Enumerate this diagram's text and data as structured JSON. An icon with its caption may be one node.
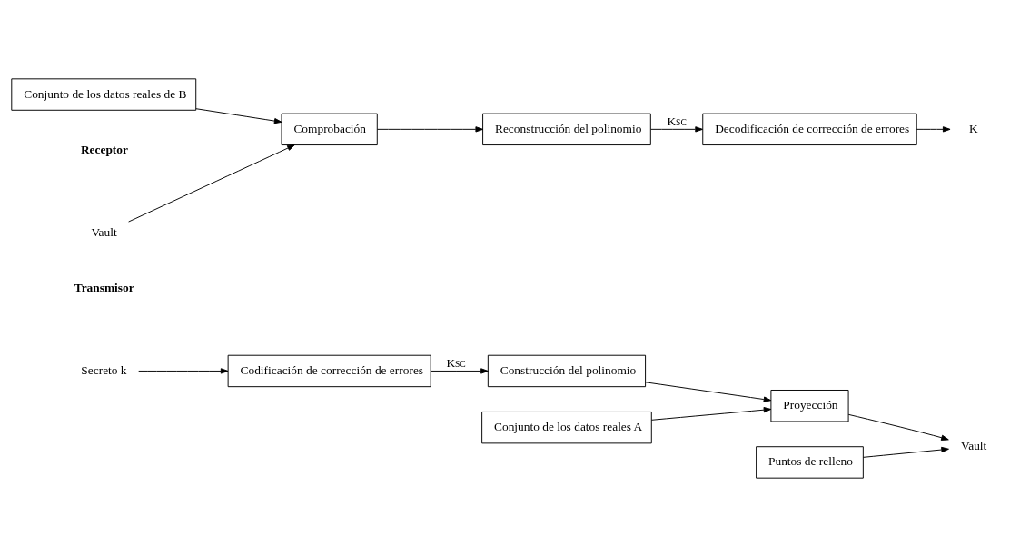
{
  "diagram": {
    "nodes": [
      {
        "text": [
          "Secreto k"
        ]
      },
      {
        "text": [
          "Codificación de corrección de errores"
        ]
      },
      {
        "text": [
          "Construcción del polinomio"
        ]
      },
      {
        "text": [
          "Puntos de relleno"
        ]
      },
      {
        "text": [
          "Conjunto de los datos reales A"
        ]
      },
      {
        "text": [
          "Proyección"
        ]
      },
      {
        "text": [
          "Vault"
        ]
      },
      {
        "text": [
          "Vault"
        ]
      },
      {
        "text": [
          "Comprobación"
        ]
      },
      {
        "text": [
          "Reconstrucción del polinomio"
        ]
      },
      {
        "text": [
          "Decodificación de corrección de errores"
        ]
      },
      {
        "text": [
          "K"
        ]
      },
      {
        "text": [
          "Conjunto de los datos reales de B"
        ]
      }
    ],
    "edges": [
      {
        "from": 0,
        "to": 1,
        "arrow": "to"
      },
      {
        "from": 1,
        "to": 2,
        "arrow": "to",
        "label": "K$_{SC}$"
      },
      {
        "from": 2,
        "to": 5,
        "arrow": "to"
      },
      {
        "from": 4,
        "to": 5,
        "arrow": "to"
      },
      {
        "from": 5,
        "to": 6,
        "arrow": "to"
      },
      {
        "from": 3,
        "to": 6,
        "arrow": "to"
      },
      {
        "from": 7,
        "to": 8,
        "arrow": "to"
      },
      {
        "from": 8,
        "to": 9,
        "arrow": "to"
      },
      {
        "from": 9,
        "to": 10,
        "arrow": "to",
        "label": "K$_{SC}$"
      },
      {
        "from": 10,
        "to": 11,
        "arrow": "to"
      },
      {
        "from": 12,
        "to": 8,
        "arrow": "to"
      }
    ],
    "labels": [
      "Transmisor",
      "Receptor"
    ]
  }
}
